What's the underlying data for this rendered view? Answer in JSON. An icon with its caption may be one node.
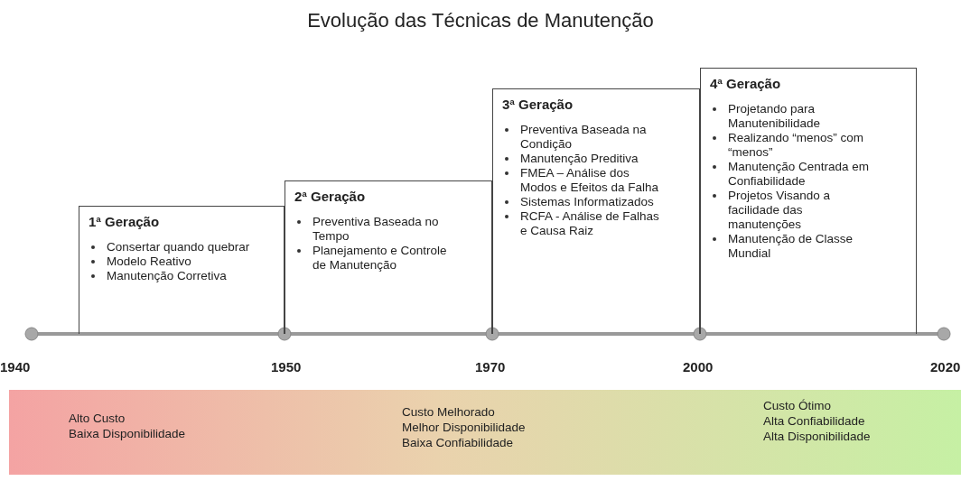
{
  "diagram": {
    "title": "Evolução das Técnicas de Manutenção",
    "nodes": [
      {
        "text": [
          "1ª Geração",
          "Consertar quando quebrar",
          "Modelo Reativo",
          "Manutenção Corretiva"
        ]
      },
      {
        "text": [
          "2ª Geração",
          "Preventiva Baseada no Tempo",
          "Planejamento e Controle de Manutenção"
        ]
      },
      {
        "text": [
          "3ª Geração",
          "Preventiva Baseada na Condição",
          "Manutenção Preditiva",
          "FMEA – Análise dos Modos e Efeitos da Falha",
          "Sistemas Informatizados",
          "RCFA - Análise de Falhas e Causa Raiz"
        ]
      },
      {
        "text": [
          "4ª Geração",
          "Projetando para Manutenibilidade",
          "Realizando “menos” com “menos”",
          "Manutenção Centrada em Confiabilidade",
          "Projetos Visando a facilidade das manutenções",
          "Manutenção de Classe Mundial"
        ]
      }
    ],
    "edges": [],
    "labels": [
      "1940",
      "1950",
      "1970",
      "2000",
      "2020",
      "Alto Custo",
      "Baixa Disponibilidade",
      "Custo Melhorado",
      "Melhor Disponibilidade",
      "Baixa Confiabilidade",
      "Custo Ótimo",
      "Alta Confiabilidade",
      "Alta Disponibilidade"
    ]
  }
}
